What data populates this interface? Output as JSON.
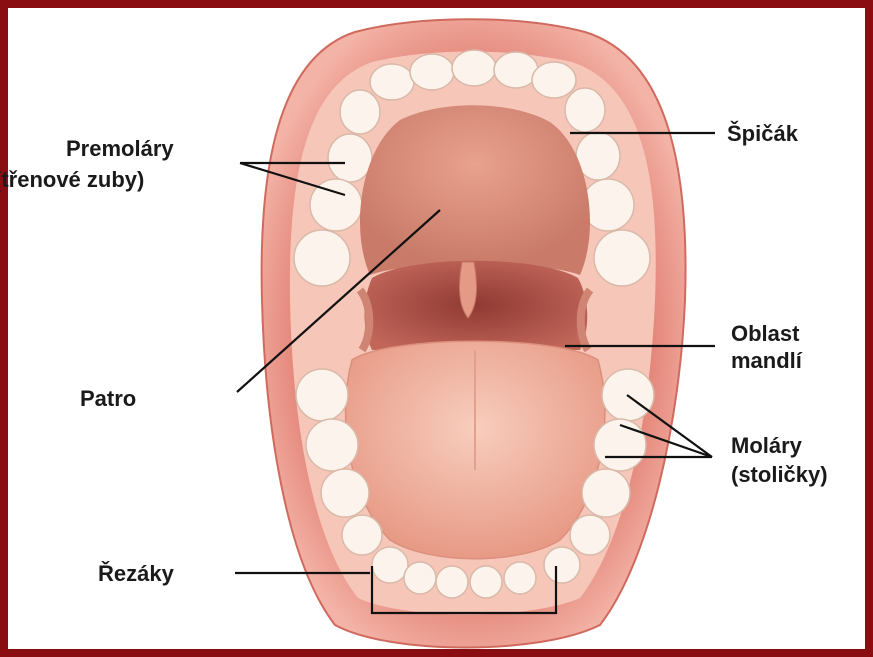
{
  "labels": {
    "premolars_line1": "Premoláry",
    "premolars_line2": "(třenové zuby)",
    "canine": "Špičák",
    "palate": "Patro",
    "tonsil_line1": "Oblast",
    "tonsil_line2": "mandlí",
    "molars_line1": "Moláry",
    "molars_line2": "(stoličky)",
    "incisors": "Řezáky"
  },
  "colors": {
    "frame": "#8a0d12",
    "background": "#ffffff",
    "lips": "#e8877a",
    "palate": "#d9917d",
    "tongue": "#f2b8a6",
    "teeth": "#fbf3ec",
    "throat": "#b5584d",
    "leader_lines": "#111111"
  }
}
